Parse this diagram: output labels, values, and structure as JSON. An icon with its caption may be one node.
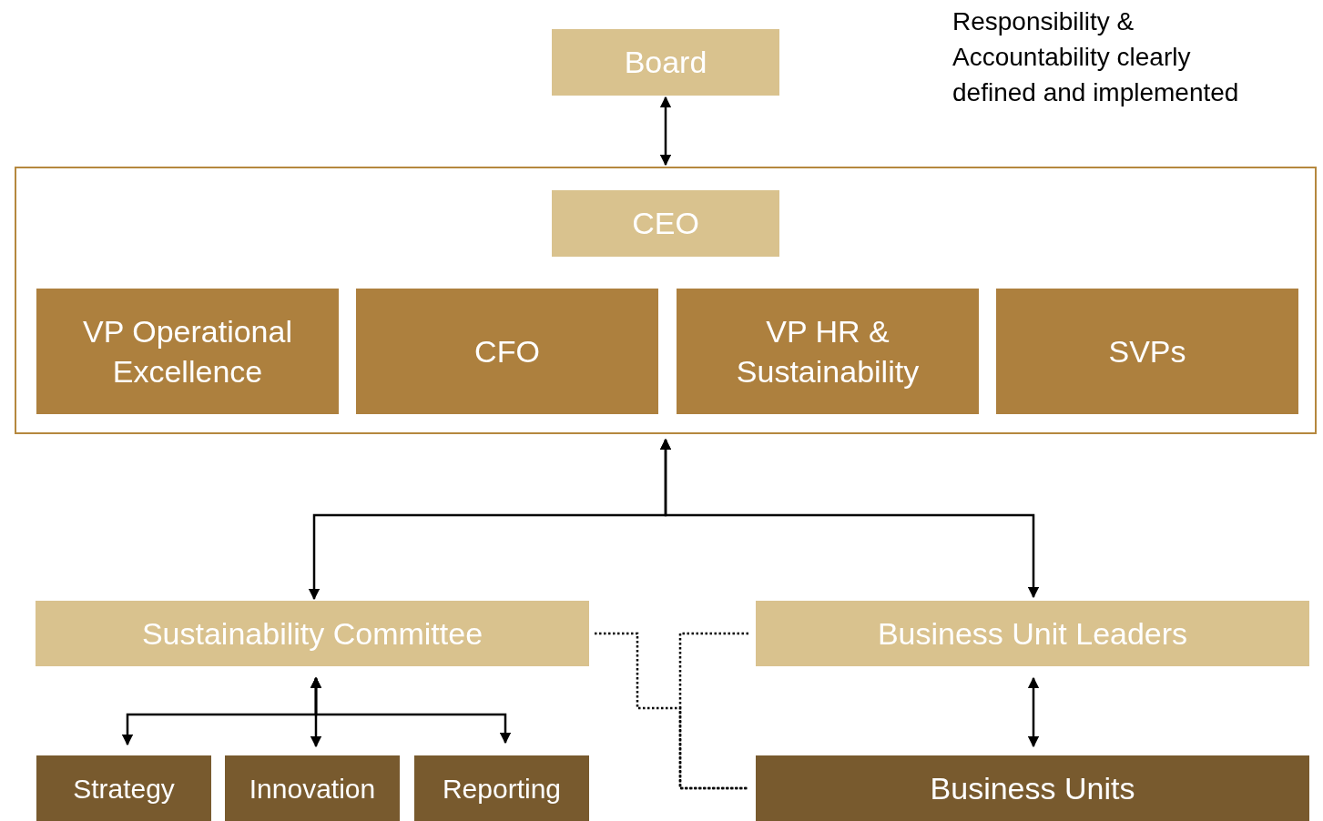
{
  "diagram": {
    "nodes": [
      {
        "text": [
          "Board"
        ]
      },
      {
        "text": [],
        "shape": "box"
      },
      {
        "text": [
          "CEO"
        ],
        "in": 1
      },
      {
        "text": [
          "VP Operational Excellence"
        ],
        "in": 1
      },
      {
        "text": [
          "CFO"
        ],
        "in": 1
      },
      {
        "text": [
          "VP HR & Sustainability"
        ],
        "in": 1
      },
      {
        "text": [
          "SVPs"
        ],
        "in": 1
      },
      {
        "text": [
          "Sustainability Committee"
        ]
      },
      {
        "text": [
          "Business Unit Leaders"
        ]
      },
      {
        "text": [
          "Strategy"
        ]
      },
      {
        "text": [
          "Innovation"
        ]
      },
      {
        "text": [
          "Reporting"
        ]
      },
      {
        "text": [
          "Business Units"
        ]
      }
    ],
    "edges": [
      {
        "from": 0,
        "to": 1,
        "arrow": "both"
      },
      {
        "from": 1,
        "to": 7,
        "arrow": "both"
      },
      {
        "from": 1,
        "to": 8,
        "arrow": "both"
      },
      {
        "from": 7,
        "to": 9,
        "arrow": "both"
      },
      {
        "from": 7,
        "to": 10,
        "arrow": "both"
      },
      {
        "from": 7,
        "to": 11,
        "arrow": "both"
      },
      {
        "from": 8,
        "to": 12,
        "arrow": "both"
      },
      {
        "from": 7,
        "to": 12,
        "arrow": "none",
        "style": "dashed"
      },
      {
        "from": 8,
        "to": 12,
        "arrow": "none",
        "style": "dashed"
      }
    ],
    "labels": [
      "Responsibility & Accountability clearly defined and implemented"
    ]
  }
}
